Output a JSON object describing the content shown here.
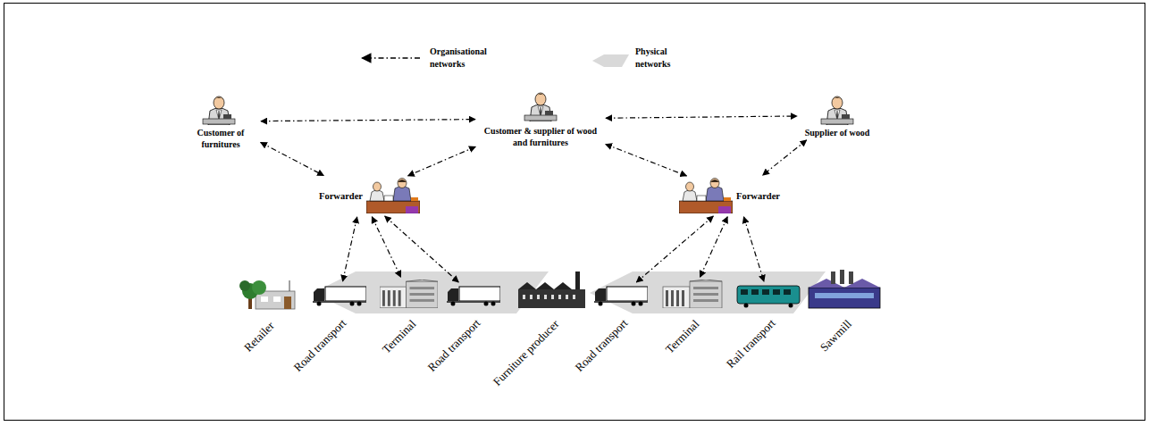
{
  "diagram": {
    "nodes": [
      {
        "text": [
          "Customer of furnitures"
        ]
      },
      {
        "text": [
          "Customer & supplier of wood and furnitures"
        ]
      },
      {
        "text": [
          "Supplier of wood"
        ]
      },
      {
        "text": [
          "Forwarder"
        ]
      },
      {
        "text": [
          "Forwarder"
        ]
      },
      {
        "text": [
          "Retailer"
        ]
      },
      {
        "text": [
          "Road transport"
        ]
      },
      {
        "text": [
          "Terminal"
        ]
      },
      {
        "text": [
          "Road transport"
        ]
      },
      {
        "text": [
          "Furniture producer"
        ]
      },
      {
        "text": [
          "Road transport"
        ]
      },
      {
        "text": [
          "Terminal"
        ]
      },
      {
        "text": [
          "Rail transport"
        ]
      },
      {
        "text": [
          "Sawmill"
        ]
      }
    ],
    "edges": [
      {
        "from": 0,
        "to": 1,
        "arrow": "both"
      },
      {
        "from": 1,
        "to": 2,
        "arrow": "both"
      },
      {
        "from": 0,
        "to": 3,
        "arrow": "both"
      },
      {
        "from": 1,
        "to": 3,
        "arrow": "both"
      },
      {
        "from": 1,
        "to": 4,
        "arrow": "both"
      },
      {
        "from": 2,
        "to": 4,
        "arrow": "both"
      },
      {
        "from": 3,
        "to": 6,
        "arrow": "both"
      },
      {
        "from": 3,
        "to": 7,
        "arrow": "both"
      },
      {
        "from": 3,
        "to": 8,
        "arrow": "both"
      },
      {
        "from": 4,
        "to": 10,
        "arrow": "both"
      },
      {
        "from": 4,
        "to": 11,
        "arrow": "both"
      },
      {
        "from": 4,
        "to": 12,
        "arrow": "both"
      }
    ],
    "legend": [
      {
        "text": "Organisational networks"
      },
      {
        "text": "Physical networks"
      }
    ]
  }
}
